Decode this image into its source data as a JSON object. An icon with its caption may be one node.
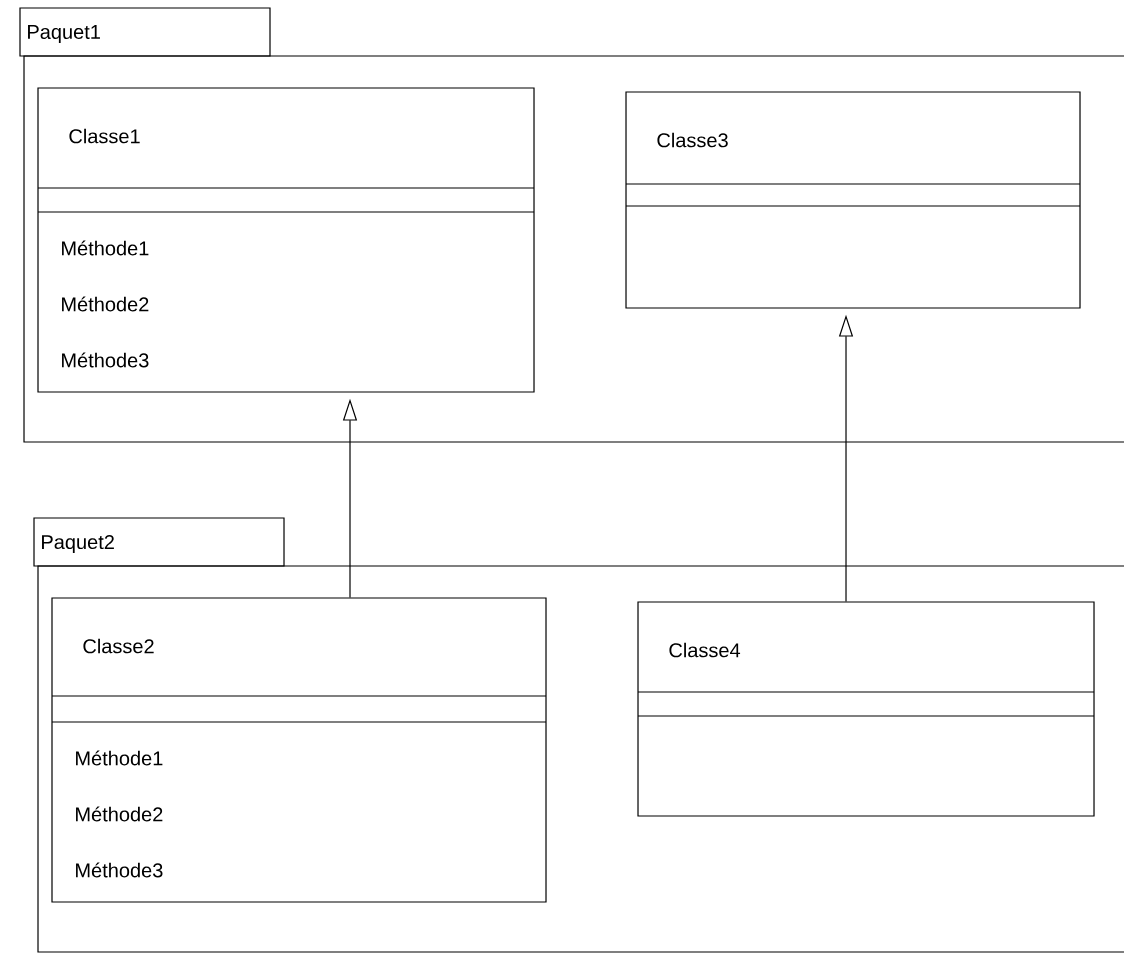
{
  "diagram": {
    "nodes": [
      {
        "text": [
          "Paquet1"
        ]
      },
      {
        "text": [
          "Classe1",
          "Méthode1",
          "Méthode2",
          "Méthode3"
        ],
        "in": 0
      },
      {
        "text": [
          "Classe3"
        ],
        "in": 0
      },
      {
        "text": [
          "Paquet2"
        ]
      },
      {
        "text": [
          "Classe2",
          "Méthode1",
          "Méthode2",
          "Méthode3"
        ],
        "in": 3
      },
      {
        "text": [
          "Classe4"
        ],
        "in": 3
      }
    ],
    "edges": [
      {
        "from": 4,
        "to": 1,
        "arrow": "to"
      },
      {
        "from": 5,
        "to": 2,
        "arrow": "to"
      }
    ]
  }
}
